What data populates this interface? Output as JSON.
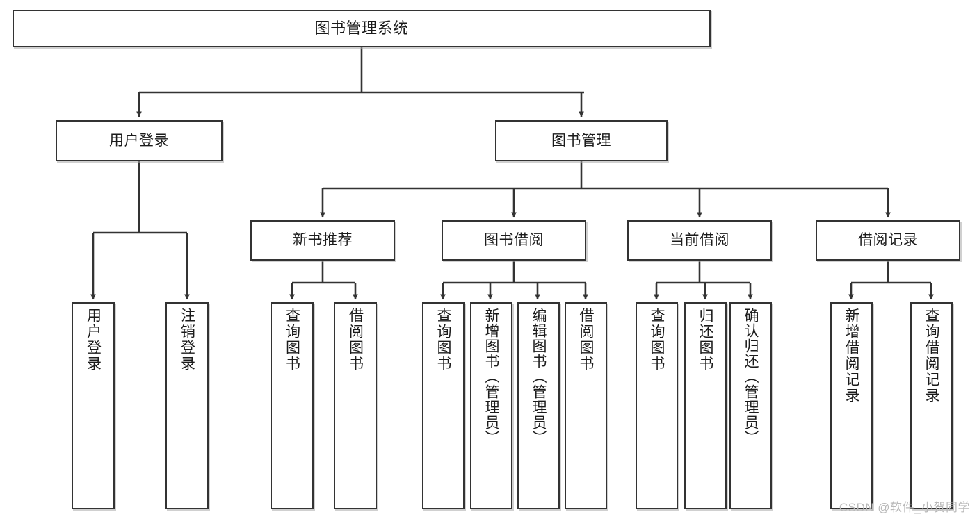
{
  "diagram": {
    "title": "图书管理系统",
    "type": "tree",
    "orientation": "top-down",
    "stroke_color": "#333333",
    "fill_color": "#ffffff",
    "text_color": "#1b1b1b",
    "watermark": "CSDN @软件_小贺同学"
  },
  "nodes": {
    "root": {
      "label": "图书管理系统"
    },
    "level1": [
      {
        "id": "user-login",
        "label": "用户登录"
      },
      {
        "id": "book-manage",
        "label": "图书管理"
      }
    ],
    "level2": [
      {
        "id": "new-book-recommend",
        "label": "新书推荐"
      },
      {
        "id": "book-borrow",
        "label": "图书借阅"
      },
      {
        "id": "current-borrow",
        "label": "当前借阅"
      },
      {
        "id": "borrow-record",
        "label": "借阅记录"
      }
    ],
    "leaves": {
      "user-login": [
        {
          "id": "leaf-user-login",
          "label": "用户登录"
        },
        {
          "id": "leaf-logout-login",
          "label": "注销登录"
        }
      ],
      "new-book-recommend": [
        {
          "id": "leaf-query-book-1",
          "label": "查询图书"
        },
        {
          "id": "leaf-borrow-book-1",
          "label": "借阅图书"
        }
      ],
      "book-borrow": [
        {
          "id": "leaf-query-book-2",
          "label": "查询图书"
        },
        {
          "id": "leaf-add-book",
          "label": "新增图书（管理员）"
        },
        {
          "id": "leaf-edit-book",
          "label": "编辑图书（管理员）"
        },
        {
          "id": "leaf-borrow-book-2",
          "label": "借阅图书"
        }
      ],
      "current-borrow": [
        {
          "id": "leaf-query-book-3",
          "label": "查询图书"
        },
        {
          "id": "leaf-return-book",
          "label": "归还图书"
        },
        {
          "id": "leaf-confirm-return",
          "label": "确认归还（管理员）"
        }
      ],
      "borrow-record": [
        {
          "id": "leaf-add-record",
          "label": "新增借阅记录"
        },
        {
          "id": "leaf-query-record",
          "label": "查询借阅记录"
        }
      ]
    }
  }
}
